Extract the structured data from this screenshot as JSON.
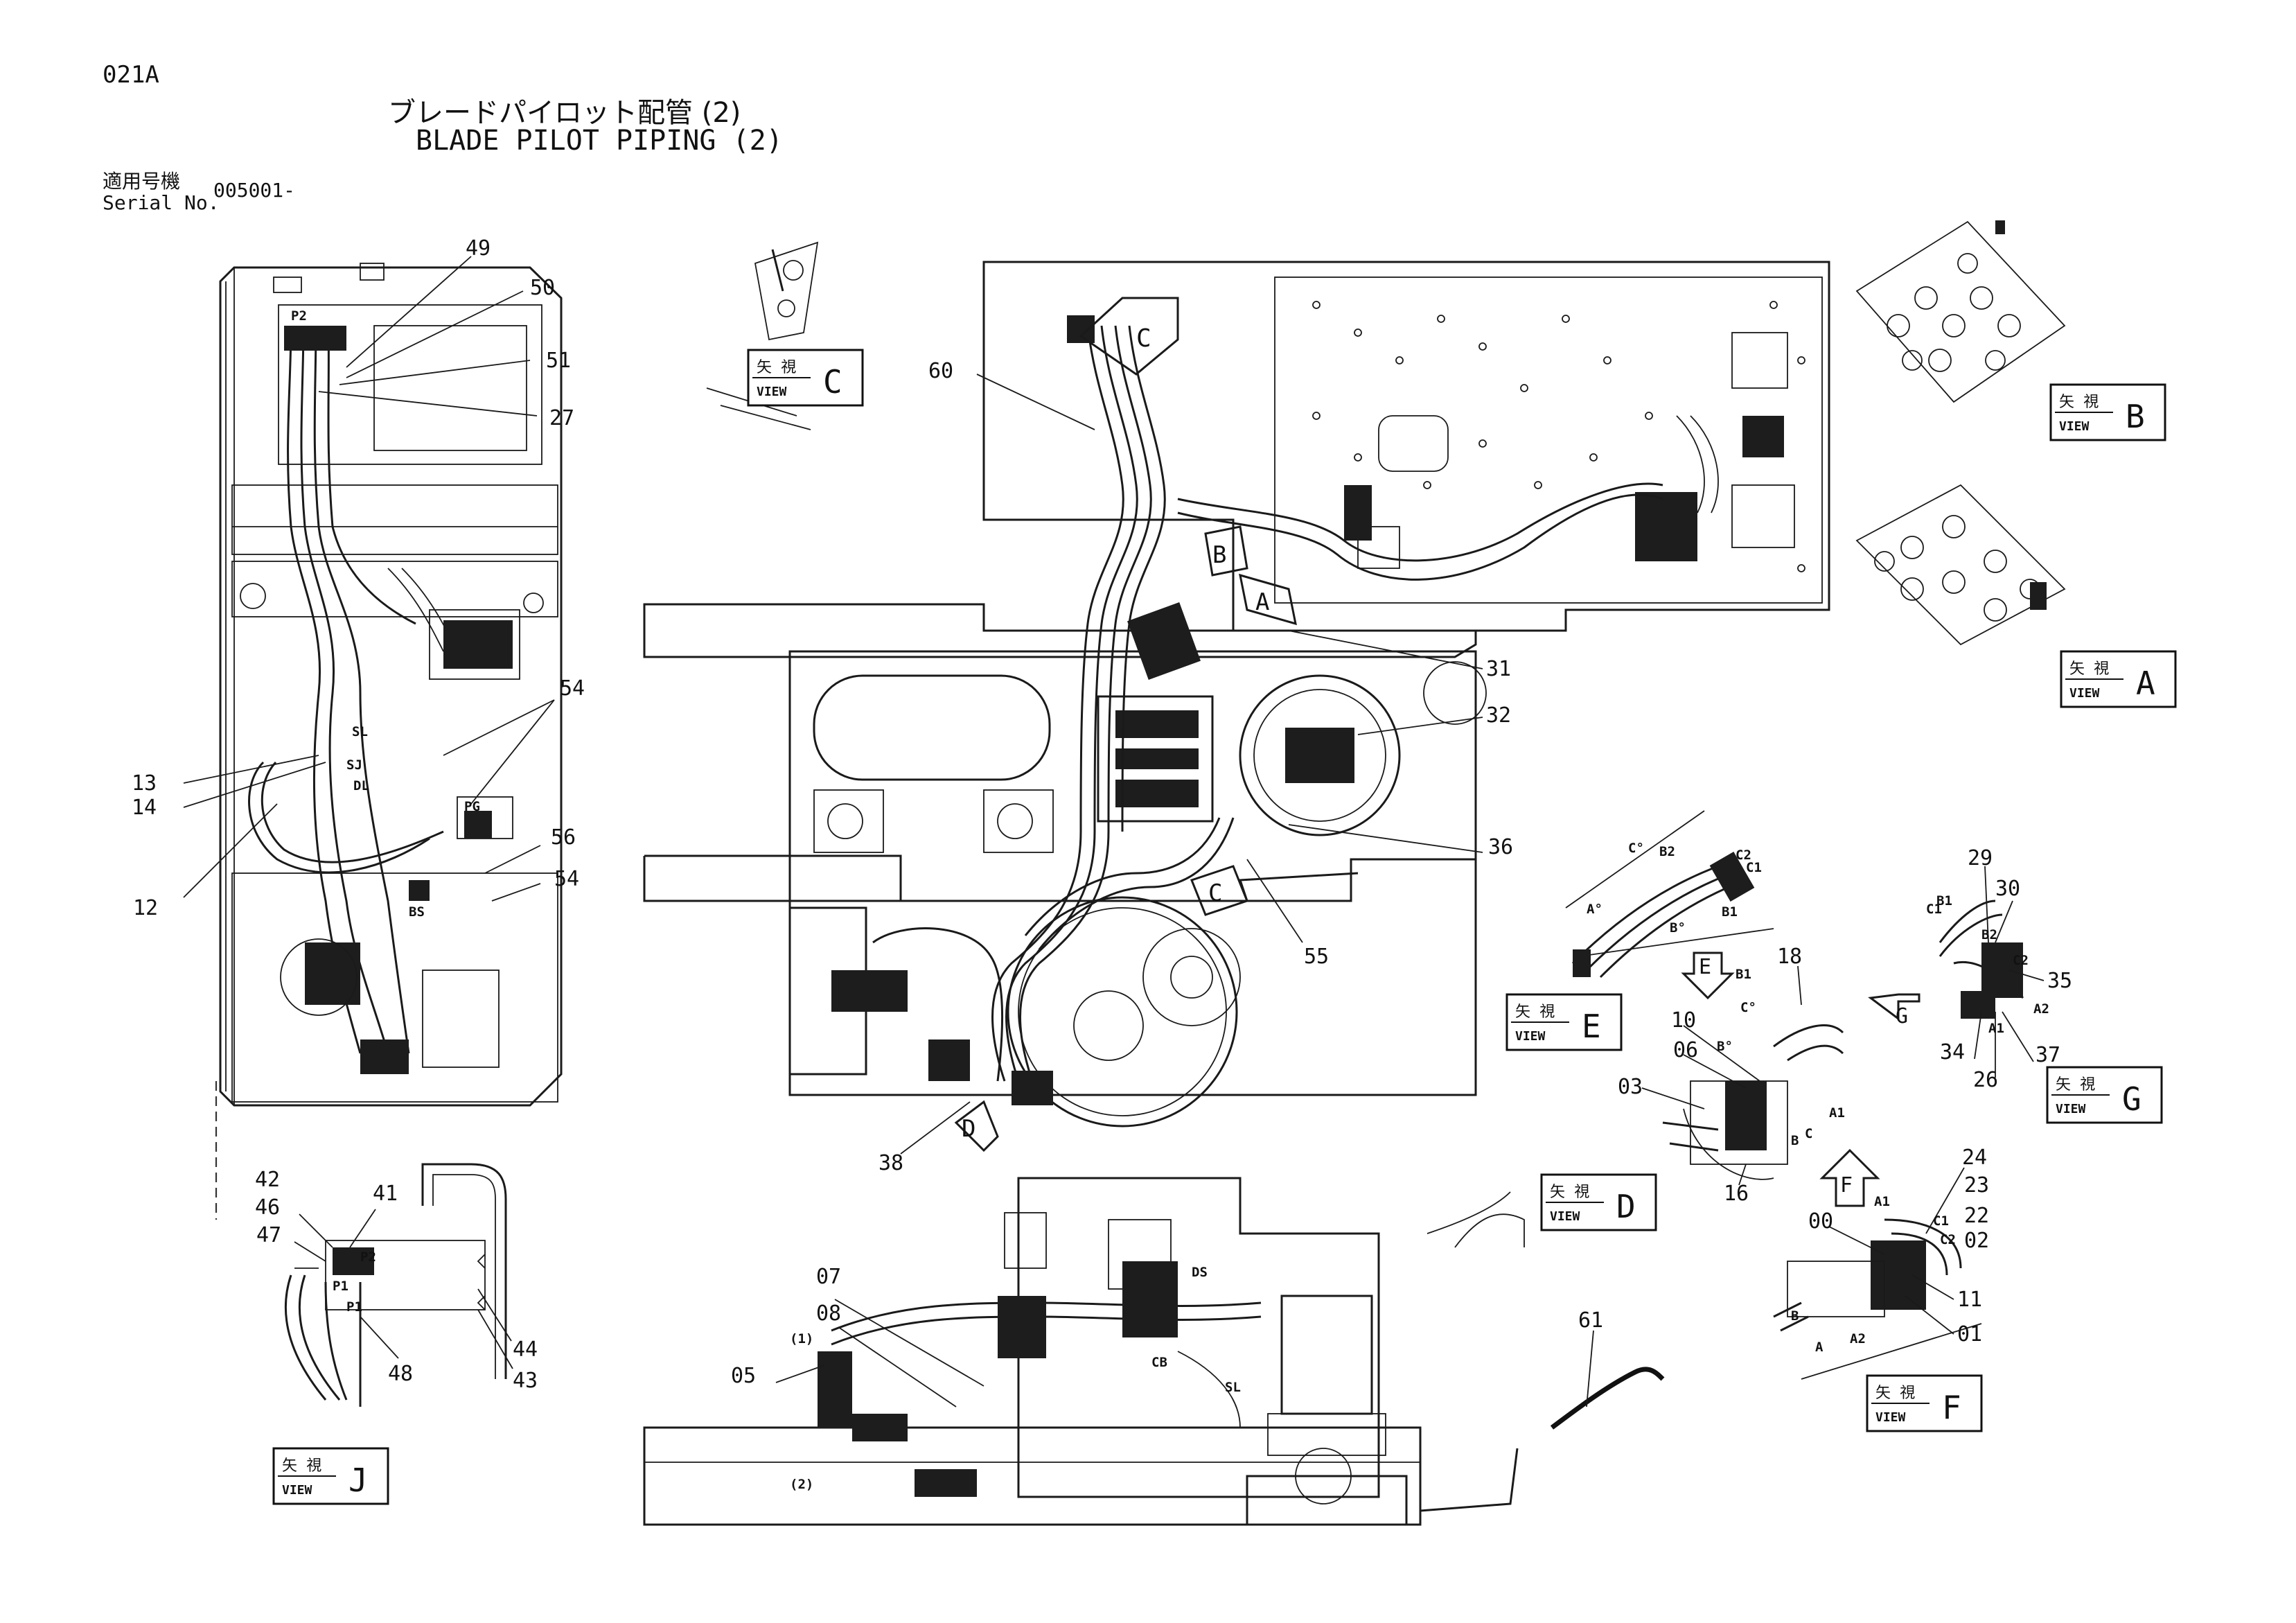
{
  "header": {
    "drawing_code": "021A",
    "title_jp": "ブレードパイロット配管 (2)",
    "title_en": "BLADE PILOT PIPING (2)",
    "serial_label_jp": "適用号機",
    "serial_label_en": "Serial No.",
    "serial_value": "005001-"
  },
  "views": [
    {
      "jp": "矢 視",
      "en": "VIEW",
      "letter": "C"
    },
    {
      "jp": "矢 視",
      "en": "VIEW",
      "letter": "B"
    },
    {
      "jp": "矢 視",
      "en": "VIEW",
      "letter": "A"
    },
    {
      "jp": "矢 視",
      "en": "VIEW",
      "letter": "E"
    },
    {
      "jp": "矢 視",
      "en": "VIEW",
      "letter": "G"
    },
    {
      "jp": "矢 視",
      "en": "VIEW",
      "letter": "D"
    },
    {
      "jp": "矢 視",
      "en": "VIEW",
      "letter": "F"
    },
    {
      "jp": "矢 視",
      "en": "VIEW",
      "letter": "J"
    }
  ],
  "callouts": [
    "49",
    "50",
    "51",
    "27",
    "54",
    "13",
    "14",
    "12",
    "56",
    "54",
    "60",
    "31",
    "32",
    "36",
    "55",
    "38",
    "42",
    "46",
    "47",
    "41",
    "48",
    "44",
    "43",
    "07",
    "08",
    "05",
    "61",
    "29",
    "30",
    "35",
    "34",
    "37",
    "26",
    "18",
    "10",
    "06",
    "03",
    "16",
    "24",
    "23",
    "22",
    "02",
    "00",
    "11",
    "01"
  ],
  "port_labels": [
    "P2",
    "SL",
    "SJ",
    "DL",
    "PG",
    "BS",
    "P2",
    "P1",
    "P1",
    "(1)",
    "(2)",
    "DS",
    "SL",
    "CB",
    "C°",
    "B2",
    "C2",
    "C1",
    "A°",
    "B°",
    "B1",
    "C1",
    "B1",
    "B2",
    "C2",
    "A2",
    "A1",
    "B1",
    "C°",
    "B°",
    "C",
    "B",
    "A1",
    "A1",
    "C1",
    "C2",
    "B",
    "A",
    "A2"
  ],
  "view_arrows": [
    "C",
    "B",
    "A",
    "C",
    "D",
    "E",
    "G",
    "F"
  ]
}
